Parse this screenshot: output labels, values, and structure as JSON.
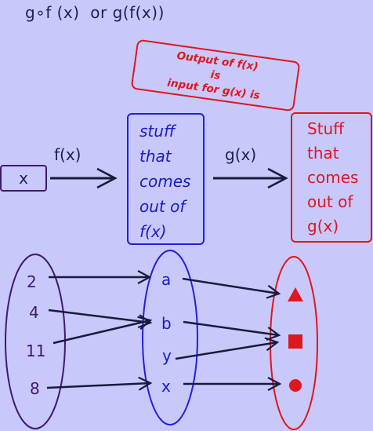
{
  "title": "g∘f (x)  or g(f(x))",
  "note": [
    "Output of f(x)",
    "is",
    "input for g(x) is"
  ],
  "x_box": "x",
  "f_label": "f(x)",
  "g_label": "g(x)",
  "blue_box": [
    "stuff",
    "that",
    "comes",
    "out of",
    "f(x)"
  ],
  "red_box": [
    "Stuff",
    "that",
    "comes",
    "out of",
    "g(x)"
  ],
  "domain": [
    "2",
    "4",
    "11",
    "8"
  ],
  "middle": [
    "a",
    "b",
    "y",
    "x"
  ],
  "codomain_icons": [
    "triangle-icon",
    "square-icon",
    "circle-icon"
  ],
  "colors": {
    "background": "#c8c8fa",
    "domain": "#3e1a6e",
    "middle": "#2020e0",
    "codomain": "#e0161e",
    "arrows": "#1a1a3e"
  }
}
